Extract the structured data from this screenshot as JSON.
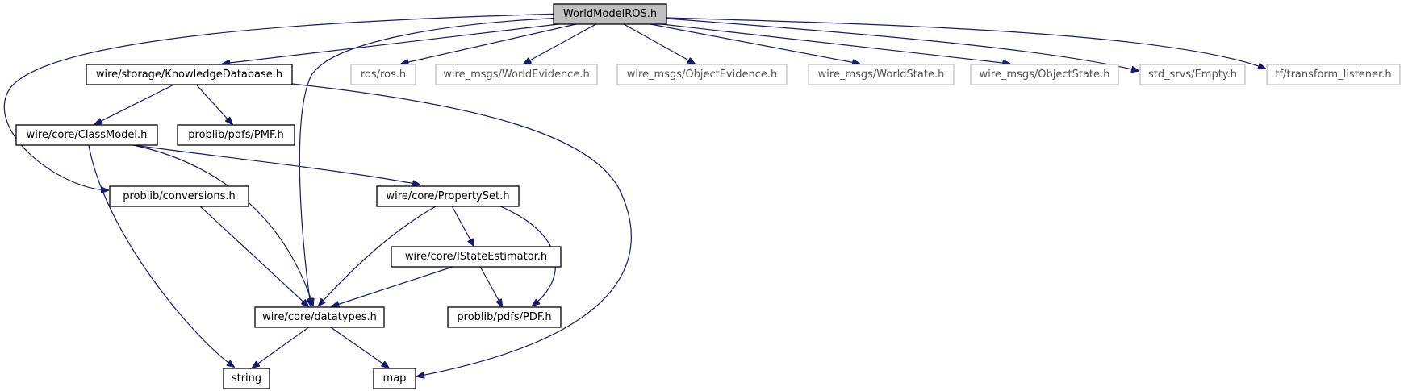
{
  "graph": {
    "root": "WorldModelROS.h",
    "nodes": [
      {
        "id": "root",
        "label": "WorldModelROS.h",
        "kind": "root"
      },
      {
        "id": "kdb",
        "label": "wire/storage/KnowledgeDatabase.h",
        "kind": "internal"
      },
      {
        "id": "ros",
        "label": "ros/ros.h",
        "kind": "external"
      },
      {
        "id": "we",
        "label": "wire_msgs/WorldEvidence.h",
        "kind": "external"
      },
      {
        "id": "oe",
        "label": "wire_msgs/ObjectEvidence.h",
        "kind": "external"
      },
      {
        "id": "ws",
        "label": "wire_msgs/WorldState.h",
        "kind": "external"
      },
      {
        "id": "os",
        "label": "wire_msgs/ObjectState.h",
        "kind": "external"
      },
      {
        "id": "empty",
        "label": "std_srvs/Empty.h",
        "kind": "external"
      },
      {
        "id": "tf",
        "label": "tf/transform_listener.h",
        "kind": "external"
      },
      {
        "id": "cm",
        "label": "wire/core/ClassModel.h",
        "kind": "internal"
      },
      {
        "id": "pmf",
        "label": "problib/pdfs/PMF.h",
        "kind": "internal"
      },
      {
        "id": "conv",
        "label": "problib/conversions.h",
        "kind": "internal"
      },
      {
        "id": "ps",
        "label": "wire/core/PropertySet.h",
        "kind": "internal"
      },
      {
        "id": "ise",
        "label": "wire/core/IStateEstimator.h",
        "kind": "internal"
      },
      {
        "id": "dt",
        "label": "wire/core/datatypes.h",
        "kind": "internal"
      },
      {
        "id": "pdf",
        "label": "problib/pdfs/PDF.h",
        "kind": "internal"
      },
      {
        "id": "string",
        "label": "string",
        "kind": "internal"
      },
      {
        "id": "map",
        "label": "map",
        "kind": "internal"
      }
    ],
    "edges": [
      [
        "root",
        "kdb"
      ],
      [
        "root",
        "ros"
      ],
      [
        "root",
        "we"
      ],
      [
        "root",
        "oe"
      ],
      [
        "root",
        "ws"
      ],
      [
        "root",
        "os"
      ],
      [
        "root",
        "empty"
      ],
      [
        "root",
        "tf"
      ],
      [
        "root",
        "conv"
      ],
      [
        "root",
        "dt"
      ],
      [
        "kdb",
        "cm"
      ],
      [
        "kdb",
        "pmf"
      ],
      [
        "kdb",
        "map"
      ],
      [
        "cm",
        "ps"
      ],
      [
        "cm",
        "dt"
      ],
      [
        "cm",
        "string"
      ],
      [
        "conv",
        "dt"
      ],
      [
        "ps",
        "ise"
      ],
      [
        "ps",
        "dt"
      ],
      [
        "ps",
        "pdf"
      ],
      [
        "ise",
        "dt"
      ],
      [
        "ise",
        "pdf"
      ],
      [
        "dt",
        "string"
      ],
      [
        "dt",
        "map"
      ]
    ]
  }
}
